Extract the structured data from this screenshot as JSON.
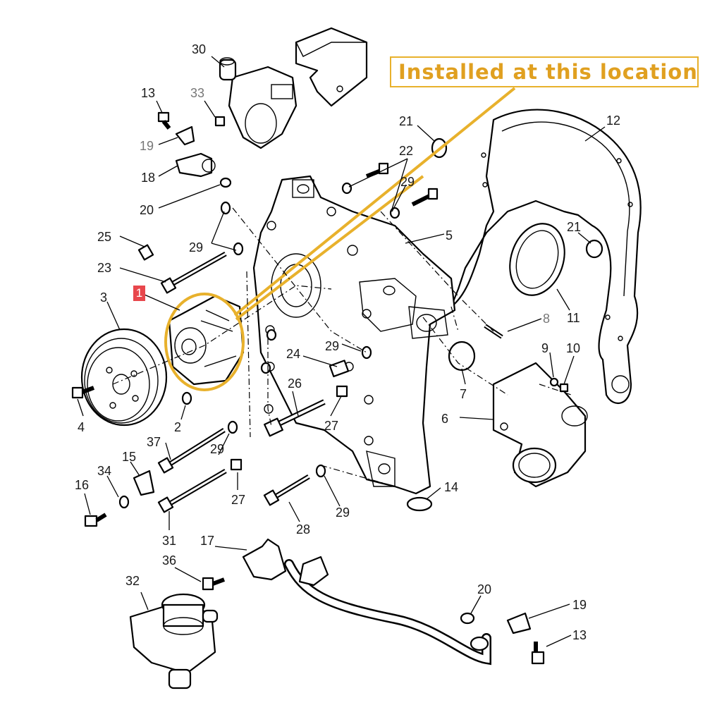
{
  "callout": {
    "text": "Installed at this location",
    "color": "#e8b12c"
  },
  "highlight_part": "1",
  "labels": [
    {
      "id": "30",
      "text": "30"
    },
    {
      "id": "13a",
      "text": "13"
    },
    {
      "id": "33",
      "text": "33"
    },
    {
      "id": "19a",
      "text": "19"
    },
    {
      "id": "18",
      "text": "18"
    },
    {
      "id": "20a",
      "text": "20"
    },
    {
      "id": "25",
      "text": "25"
    },
    {
      "id": "29a",
      "text": "29"
    },
    {
      "id": "23",
      "text": "23"
    },
    {
      "id": "3",
      "text": "3"
    },
    {
      "id": "4",
      "text": "4"
    },
    {
      "id": "2",
      "text": "2"
    },
    {
      "id": "21a",
      "text": "21"
    },
    {
      "id": "22",
      "text": "22"
    },
    {
      "id": "29b",
      "text": "29"
    },
    {
      "id": "12",
      "text": "12"
    },
    {
      "id": "5",
      "text": "5"
    },
    {
      "id": "21b",
      "text": "21"
    },
    {
      "id": "11",
      "text": "11"
    },
    {
      "id": "8",
      "text": "8"
    },
    {
      "id": "9",
      "text": "9"
    },
    {
      "id": "10",
      "text": "10"
    },
    {
      "id": "7",
      "text": "7"
    },
    {
      "id": "6",
      "text": "6"
    },
    {
      "id": "29c",
      "text": "29"
    },
    {
      "id": "29d",
      "text": "29"
    },
    {
      "id": "24",
      "text": "24"
    },
    {
      "id": "26",
      "text": "26"
    },
    {
      "id": "27a",
      "text": "27"
    },
    {
      "id": "37",
      "text": "37"
    },
    {
      "id": "29e",
      "text": "29"
    },
    {
      "id": "15",
      "text": "15"
    },
    {
      "id": "34",
      "text": "34"
    },
    {
      "id": "16",
      "text": "16"
    },
    {
      "id": "27b",
      "text": "27"
    },
    {
      "id": "31",
      "text": "31"
    },
    {
      "id": "28",
      "text": "28"
    },
    {
      "id": "29f",
      "text": "29"
    },
    {
      "id": "14",
      "text": "14"
    },
    {
      "id": "17",
      "text": "17"
    },
    {
      "id": "36",
      "text": "36"
    },
    {
      "id": "32",
      "text": "32"
    },
    {
      "id": "20b",
      "text": "20"
    },
    {
      "id": "19b",
      "text": "19"
    },
    {
      "id": "13b",
      "text": "13"
    }
  ]
}
